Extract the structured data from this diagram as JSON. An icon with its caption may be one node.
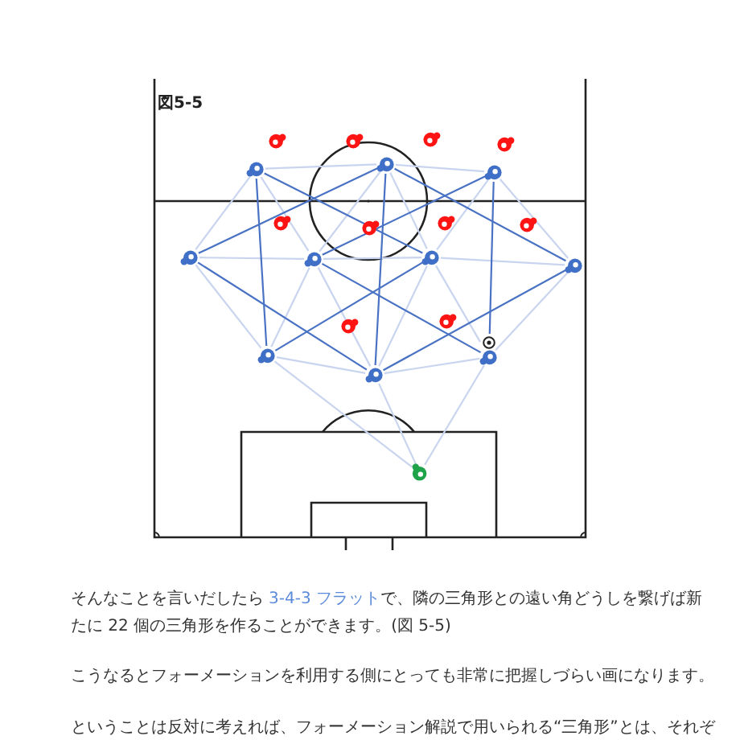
{
  "diagram": {
    "title": "図5-5",
    "nodes": [
      {
        "text": [],
        "shape": "person"
      },
      {
        "text": [],
        "shape": "person"
      },
      {
        "text": [],
        "shape": "person"
      },
      {
        "text": [],
        "shape": "person"
      },
      {
        "text": [],
        "shape": "person"
      },
      {
        "text": [],
        "shape": "person"
      },
      {
        "text": [],
        "shape": "person"
      },
      {
        "text": [],
        "shape": "person"
      },
      {
        "text": [],
        "shape": "person"
      },
      {
        "text": [],
        "shape": "person"
      },
      {
        "text": [],
        "shape": "person"
      },
      {
        "text": [],
        "shape": "person"
      },
      {
        "text": [],
        "shape": "person"
      },
      {
        "text": [],
        "shape": "person"
      },
      {
        "text": [],
        "shape": "person"
      },
      {
        "text": [],
        "shape": "person"
      },
      {
        "text": [],
        "shape": "person"
      },
      {
        "text": [],
        "shape": "person"
      },
      {
        "text": [],
        "shape": "person"
      },
      {
        "text": [],
        "shape": "person"
      },
      {
        "text": [],
        "shape": "person"
      }
    ],
    "edges": [
      {
        "from": 4,
        "to": 5,
        "arrow": "none"
      },
      {
        "from": 5,
        "to": 6,
        "arrow": "none"
      },
      {
        "from": 11,
        "to": 12,
        "arrow": "none"
      },
      {
        "from": 12,
        "to": 13,
        "arrow": "none"
      },
      {
        "from": 13,
        "to": 14,
        "arrow": "none"
      },
      {
        "from": 4,
        "to": 11,
        "arrow": "none"
      },
      {
        "from": 4,
        "to": 12,
        "arrow": "none"
      },
      {
        "from": 5,
        "to": 12,
        "arrow": "none"
      },
      {
        "from": 5,
        "to": 13,
        "arrow": "none"
      },
      {
        "from": 6,
        "to": 13,
        "arrow": "none"
      },
      {
        "from": 6,
        "to": 14,
        "arrow": "none"
      },
      {
        "from": 11,
        "to": 17,
        "arrow": "none"
      },
      {
        "from": 12,
        "to": 17,
        "arrow": "none"
      },
      {
        "from": 12,
        "to": 18,
        "arrow": "none"
      },
      {
        "from": 13,
        "to": 18,
        "arrow": "none"
      },
      {
        "from": 13,
        "to": 19,
        "arrow": "none"
      },
      {
        "from": 14,
        "to": 19,
        "arrow": "none"
      },
      {
        "from": 17,
        "to": 18,
        "arrow": "none"
      },
      {
        "from": 18,
        "to": 19,
        "arrow": "none"
      },
      {
        "from": 17,
        "to": 20,
        "arrow": "none"
      },
      {
        "from": 18,
        "to": 20,
        "arrow": "none"
      },
      {
        "from": 19,
        "to": 20,
        "arrow": "none"
      },
      {
        "from": 4,
        "to": 17,
        "arrow": "none",
        "color": "#4a72c4"
      },
      {
        "from": 4,
        "to": 13,
        "arrow": "none",
        "color": "#4a72c4"
      },
      {
        "from": 5,
        "to": 11,
        "arrow": "none",
        "color": "#4a72c4"
      },
      {
        "from": 5,
        "to": 18,
        "arrow": "none",
        "color": "#4a72c4"
      },
      {
        "from": 5,
        "to": 14,
        "arrow": "none",
        "color": "#4a72c4"
      },
      {
        "from": 6,
        "to": 12,
        "arrow": "none",
        "color": "#4a72c4"
      },
      {
        "from": 6,
        "to": 19,
        "arrow": "none",
        "color": "#4a72c4"
      },
      {
        "from": 11,
        "to": 18,
        "arrow": "none",
        "color": "#4a72c4"
      },
      {
        "from": 12,
        "to": 19,
        "arrow": "none",
        "color": "#4a72c4"
      },
      {
        "from": 13,
        "to": 17,
        "arrow": "none",
        "color": "#4a72c4"
      },
      {
        "from": 14,
        "to": 18,
        "arrow": "none",
        "color": "#4a72c4"
      }
    ],
    "labels": [
      "そんなことを言いだしたら",
      "3-4-3 フラット",
      "で、隣の三角形との遠い角どうしを繋げば新たに 22 個の三角形を作ることができます。(図 5-5)",
      "こうなるとフォーメーションを利用する側にとっても非常に把握しづらい画になります。",
      "ということは反対に考えれば、フォーメーション解説で用いられる“三角形”とは、それぞ"
    ]
  }
}
